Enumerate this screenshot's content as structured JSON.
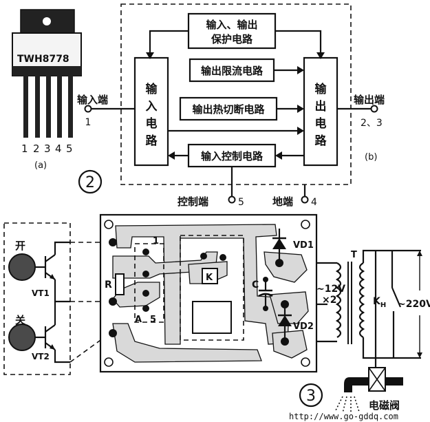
{
  "chip": {
    "part_number": "TWH8778",
    "pin_numbers": [
      "1",
      "2",
      "3",
      "4",
      "5"
    ],
    "caption": "(a)"
  },
  "block_diagram": {
    "caption": "(b)",
    "figure_number": "2",
    "blocks": {
      "protection": [
        "输入、输出",
        "保护电路"
      ],
      "current_limit": "输出限流电路",
      "thermal_shutdown": "输出热切断电路",
      "input_control": "输入控制电路",
      "input_circuit": [
        "输",
        "入",
        "电",
        "路"
      ],
      "output_circuit": [
        "输",
        "出",
        "电",
        "路"
      ]
    },
    "terminals": {
      "input_label": "输入端",
      "input_pin": "1",
      "output_label": "输出端",
      "output_pin": "2、3",
      "control_label": "控制端",
      "control_pin": "5",
      "ground_label": "地端",
      "ground_pin": "4"
    }
  },
  "circuit": {
    "figure_number": "3",
    "switch_on_label": "开",
    "switch_off_label": "关",
    "transistor_1": "VT1",
    "transistor_2": "VT2",
    "resistor": "R",
    "pin_1": "1",
    "point_a": "A",
    "pin_5": "5",
    "relay_k": "K",
    "capacitor": "C",
    "diode_1": "VD1",
    "diode_2": "VD2",
    "transformer": "T",
    "secondary_voltage": "~12V",
    "secondary_multiplier": "×2",
    "relay_contact": "K",
    "relay_contact_sub": "H",
    "mains_voltage": "~220V",
    "valve_label": "电磁阀"
  },
  "watermark": "http://www.go-gddq.com"
}
